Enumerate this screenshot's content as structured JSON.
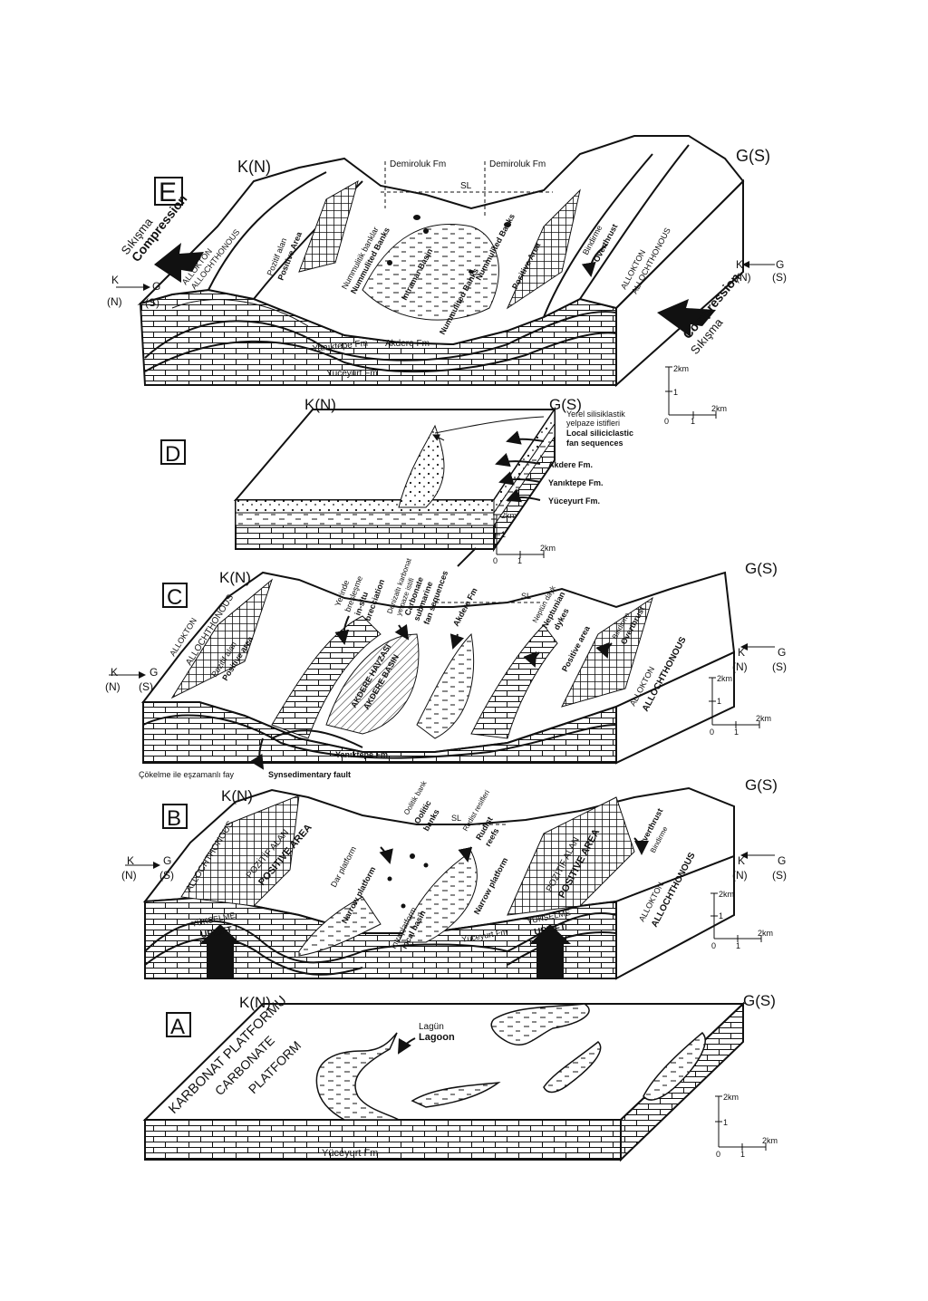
{
  "panels": {
    "E": {
      "letter": "E",
      "north": "K(N)",
      "south": "G(S)",
      "demiroluk_left": "Demiroluk Fm",
      "demiroluk_right": "Demiroluk Fm",
      "sl": "SL",
      "compression_tr_left": "Sıkışma",
      "compression_en_left": "Compression",
      "compression_en_right": "Compression",
      "compression_tr_right": "Sıkışma",
      "allokton": "ALLOKTON",
      "allochthonous": "ALLOCHTHONOUS",
      "pozitif_alan": "Pozitif alan",
      "positive_area_left": "Positive Area",
      "positive_area_right": "Positive Area",
      "nummulitik_banklar": "Nummulitik banklar",
      "nummulitid_banks_left": "Nummulited Banks",
      "nummulitid_banks_center": "Nummulited Banks",
      "nummulited_banks_right": "Nummulited Banks",
      "intramar_basin": "Intramar Basin",
      "bindirme": "Bindirme",
      "overthrust": "Overthrust",
      "allokton_right": "ALLOKTON",
      "allochthonous_right": "ALLOCHTHONOUS",
      "yaniktepe": "Yanıktepe Fm",
      "akdere": "Akdere Fm",
      "yuceyurt": "Yüceyurt Fm",
      "k_n_arrow_left_k": "K",
      "k_n_arrow_left_n": "(N)",
      "k_n_arrow_left_g": "G",
      "k_n_arrow_left_s": "(S)",
      "k_n_arrow_right_k": "K",
      "k_n_arrow_right_n": "(N)",
      "k_n_arrow_right_g": "G",
      "k_n_arrow_right_s": "(S)",
      "scale_v": "2km",
      "scale_v1": "1",
      "scale_0": "0",
      "scale_1": "1",
      "scale_h": "2km"
    },
    "D": {
      "letter": "D",
      "north": "K(N)",
      "south": "G(S)",
      "local_tr_1": "Yerel silisiklastik",
      "local_tr_2": "yelpaze istifleri",
      "local_en_1": "Local siliciclastic",
      "local_en_2": "fan sequences",
      "akdere": "Akdere Fm.",
      "yaniktepe": "Yanıktepe Fm.",
      "yuceyurt": "Yüceyurt Fm.",
      "scale_v": "2km",
      "scale_v1": "1",
      "scale_0": "0",
      "scale_1": "1",
      "scale_h": "2km"
    },
    "C": {
      "letter": "C",
      "north": "K(N)",
      "south": "G(S)",
      "allokton": "ALLOKTON",
      "allochthonous": "ALLOCHTHONOUS",
      "pozitif_alan": "Pozitif alan",
      "positive_area": "Positive area",
      "yerinde_1": "Yerinde",
      "yerinde_2": "breşleşme",
      "insitu": "in-situ",
      "brecciation": "brecciation",
      "denizalti_1": "Denizaltı karbonat",
      "denizalti_2": "yelpaze istifi",
      "carbonate_1": "Carbonate",
      "carbonate_2": "submarine",
      "carbonate_3": "fan sequences",
      "akdere_fm": "Akdere Fm",
      "sl": "SL",
      "neptun_1": "Neptün dayk",
      "neptun_2": "Neptunian",
      "neptun_3": "dykes",
      "positive_area_right": "Positive area",
      "bindirme": "Bindirme",
      "overthrust": "Overthrust",
      "akdere_havzasi": "AKDERE HAVZASI",
      "akdere_basin": "AKDERE BASIN",
      "allokton_right": "ALLOKTON",
      "allochthonous_right": "ALLOCHTHONOUS",
      "yaniktepe": "Yanıktepe Fm",
      "cokelme": "Çökelme ile eşzamanlı fay",
      "synsed": "Synsedimentary fault",
      "k_left": "K",
      "n_left": "(N)",
      "g_left": "G",
      "s_left": "(S)",
      "k_right": "K",
      "n_right": "(N)",
      "g_right": "G",
      "s_right": "(S)",
      "scale_v": "2km",
      "scale_v1": "1",
      "scale_0": "0",
      "scale_1": "1",
      "scale_h": "2km"
    },
    "B": {
      "letter": "B",
      "north": "K(N)",
      "south": "G(S)",
      "allochthonous": "ALLOCHTHONOUS",
      "pozitif_alan": "POZİTİF ALAN",
      "positive_area": "POSITIVE AREA",
      "oolitik_bank": "Oolitik bank",
      "oolitic_banks_1": "Oolitic",
      "oolitic_banks_2": "banks",
      "sl": "SL",
      "rudist_1": "Rudist resifleri",
      "rudist_2": "Rudist",
      "rudist_3": "reefs",
      "dar_platform": "Dar platform",
      "narrow_platform": "Narrow platform",
      "narrow_platform_right": "Narrow platform",
      "intraplatform_1": "Intraplatform",
      "intraplatform_2": "local basin",
      "yuceyurt": "Yüceyurt Fm",
      "pozitif_alan_right": "POZİTİF ALAN",
      "positive_area_right": "POSITIVE AREA",
      "overthrust": "Overthrust",
      "bindirme": "Bindirme",
      "allokton": "ALLOKTON",
      "allochthonous_right": "ALLOCHTHONOUS",
      "yukselme_left": "YÜKSELME",
      "uplift_left": "UPLIFT",
      "yukselme_right": "YÜKSELME",
      "uplift_right": "UPLIFT",
      "k_left": "K",
      "n_left": "(N)",
      "g_left": "G",
      "s_left": "(S)",
      "k_right": "K",
      "n_right": "(N)",
      "g_right": "G",
      "s_right": "(S)",
      "scale_v": "2km",
      "scale_v1": "1",
      "scale_0": "0",
      "scale_1": "1",
      "scale_h": "2km"
    },
    "A": {
      "letter": "A",
      "north": "K(N)",
      "south": "G(S)",
      "karbonat": "KARBONAT PLATFORMU",
      "carbonate": "CARBONATE",
      "platform": "PLATFORM",
      "lagun": "Lagün",
      "lagoon": "Lagoon",
      "yuceyurt": "Yüceyurt Fm",
      "scale_v": "2km",
      "scale_v1": "1",
      "scale_0": "0",
      "scale_1": "1",
      "scale_h": "2km"
    }
  }
}
